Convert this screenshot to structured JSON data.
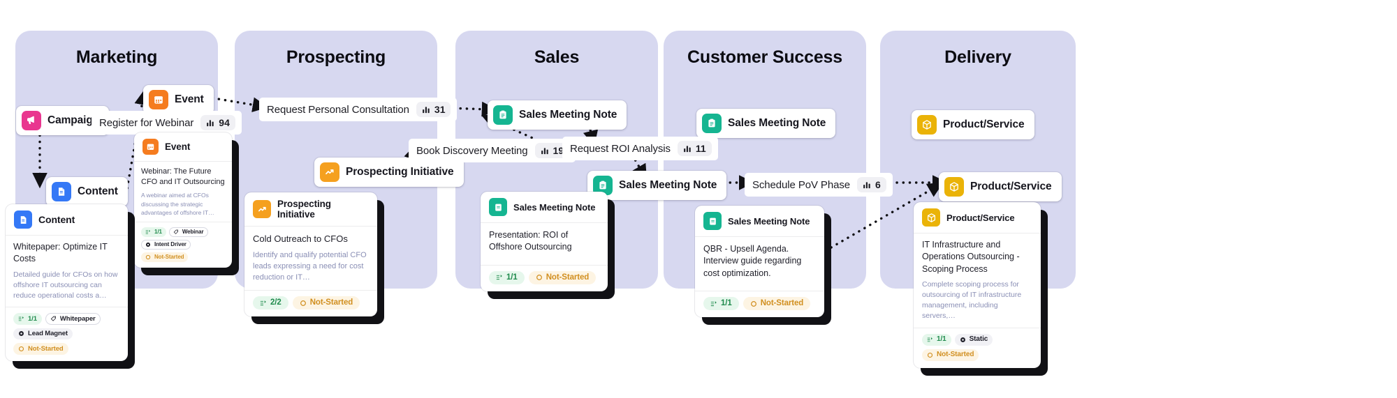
{
  "board": {
    "background": "#ffffff",
    "column_color": "#d7d8f0",
    "columns": [
      {
        "title": "Marketing"
      },
      {
        "title": "Prospecting"
      },
      {
        "title": "Sales"
      },
      {
        "title": "Customer Success"
      },
      {
        "title": "Delivery"
      }
    ]
  },
  "nodes": {
    "campaign": {
      "label": "Campaign",
      "icon": "megaphone-icon",
      "icon_color": "#e9368f"
    },
    "event": {
      "label": "Event",
      "icon": "calendar-icon",
      "icon_color": "#f57c1f"
    },
    "content": {
      "label": "Content",
      "icon": "document-icon",
      "icon_color": "#3478f6"
    },
    "prospecting_initiative": {
      "label": "Prospecting Initiative",
      "icon": "trend-up-icon",
      "icon_color": "#f5a01f"
    },
    "sales_meeting_note_sales": {
      "label": "Sales Meeting Note",
      "icon": "clipboard-icon",
      "icon_color": "#15b591"
    },
    "sales_meeting_note_sales2": {
      "label": "Sales Meeting Note",
      "icon": "clipboard-icon",
      "icon_color": "#15b591"
    },
    "sales_meeting_note_cs": {
      "label": "Sales Meeting Note",
      "icon": "clipboard-icon",
      "icon_color": "#15b591"
    },
    "product_service_delivery": {
      "label": "Product/Service",
      "icon": "cube-icon",
      "icon_color": "#eab308"
    },
    "product_service_delivery2": {
      "label": "Product/Service",
      "icon": "cube-icon",
      "icon_color": "#eab308"
    }
  },
  "edges": [
    {
      "id": "register-for-webinar",
      "text": "Register for Webinar",
      "count": "94",
      "chip_icon": "bar-chart-icon"
    },
    {
      "id": "request-personal-consultation",
      "text": "Request Personal Consultation",
      "count": "31",
      "chip_icon": "bar-chart-icon"
    },
    {
      "id": "book-discovery-meeting",
      "text": "Book Discovery Meeting",
      "count": "19",
      "chip_icon": "bar-chart-icon"
    },
    {
      "id": "request-roi-analysis",
      "text": "Request ROI Analysis",
      "count": "11",
      "chip_icon": "bar-chart-icon"
    },
    {
      "id": "schedule-pov-phase",
      "text": "Schedule PoV Phase",
      "count": "6",
      "chip_icon": "bar-chart-icon"
    }
  ],
  "cards": {
    "content": {
      "type": "Content",
      "icon": "document-icon",
      "icon_color": "#3478f6",
      "title": "Whitepaper: Optimize IT Costs",
      "desc": "Detailed guide for CFOs on how offshore IT outsourcing can reduce operational costs a…",
      "tags": [
        {
          "label": "1/1",
          "style": "green",
          "icon": "tasks-icon"
        },
        {
          "label": "Whitepaper",
          "style": "plain",
          "icon": "tag-icon"
        },
        {
          "label": "Lead Magnet",
          "style": "grey",
          "icon": "gear-icon"
        },
        {
          "label": "Not-Started",
          "style": "amber",
          "icon": "circle-icon"
        }
      ]
    },
    "event": {
      "type": "Event",
      "icon": "calendar-icon",
      "icon_color": "#f57c1f",
      "title": "Webinar: The Future CFO and IT Outsourcing",
      "desc": "A webinar aimed at CFOs discussing the strategic advantages of offshore IT…",
      "tags": [
        {
          "label": "1/1",
          "style": "green",
          "icon": "tasks-icon"
        },
        {
          "label": "Webinar",
          "style": "plain",
          "icon": "tag-icon"
        },
        {
          "label": "Intent Driver",
          "style": "plain",
          "icon": "gear-icon"
        },
        {
          "label": "Not-Started",
          "style": "amber",
          "icon": "circle-icon"
        }
      ]
    },
    "prospecting": {
      "type": "Prospecting Initiative",
      "icon": "trend-up-icon",
      "icon_color": "#f5a01f",
      "title": "Cold Outreach to CFOs",
      "desc": "Identify and qualify potential CFO leads expressing a need for cost reduction or IT…",
      "tags": [
        {
          "label": "2/2",
          "style": "green",
          "icon": "tasks-icon"
        },
        {
          "label": "Not-Started",
          "style": "amber",
          "icon": "circle-icon"
        }
      ]
    },
    "sales_note": {
      "type": "Sales Meeting Note",
      "icon": "clipboard-icon",
      "icon_color": "#15b591",
      "title": "Presentation: ROI of Offshore Outsourcing",
      "desc": "",
      "tags": [
        {
          "label": "1/1",
          "style": "green",
          "icon": "tasks-icon"
        },
        {
          "label": "Not-Started",
          "style": "amber",
          "icon": "circle-icon"
        }
      ]
    },
    "cs_note": {
      "type": "Sales Meeting Note",
      "icon": "clipboard-icon",
      "icon_color": "#15b591",
      "title": "QBR - Upsell Agenda. Interview guide regarding cost optimization.",
      "desc": "",
      "tags": [
        {
          "label": "1/1",
          "style": "green",
          "icon": "tasks-icon"
        },
        {
          "label": "Not-Started",
          "style": "amber",
          "icon": "circle-icon"
        }
      ]
    },
    "delivery": {
      "type": "Product/Service",
      "icon": "cube-icon",
      "icon_color": "#eab308",
      "title": "IT Infrastructure and Operations Outsourcing - Scoping Process",
      "desc": "Complete scoping process for outsourcing of IT infrastructure management, including servers,…",
      "tags": [
        {
          "label": "1/1",
          "style": "green",
          "icon": "tasks-icon"
        },
        {
          "label": "Static",
          "style": "grey",
          "icon": "gear-icon"
        },
        {
          "label": "Not-Started",
          "style": "amber",
          "icon": "circle-icon"
        }
      ]
    }
  }
}
